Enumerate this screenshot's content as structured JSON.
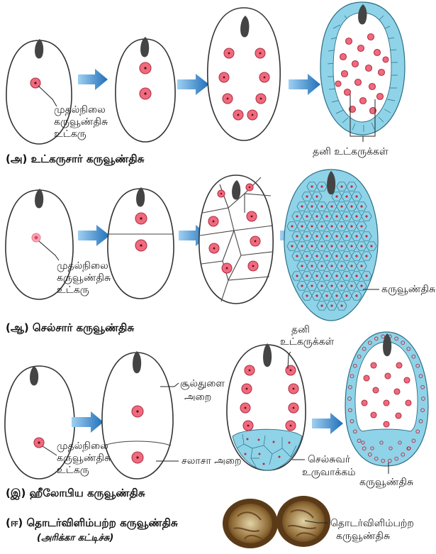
{
  "sections": {
    "a": {
      "caption": "(அ) உட்கருசார் கருவூண்திசு",
      "nucleus_label": [
        "முதல்நிலை",
        "கருவூண்திசு",
        "உட்கரு"
      ],
      "free_nuclei_label": "தனி உட்கருக்கள்"
    },
    "b": {
      "caption": "(ஆ) செல்சார் கருவூண்திசு",
      "nucleus_label": [
        "முதல்நிலை",
        "கருவூண்திசு",
        "உட்கரு"
      ],
      "endosperm_label": "கருவூண்திசு"
    },
    "c": {
      "caption": "(இ) ஹீலோபிய கருவூண்திசு",
      "nucleus_label": [
        "முதல்நிலை",
        "கருவூண்திசு",
        "உட்கரு"
      ],
      "micropylar_label": [
        "சூல்துளை",
        "அறை"
      ],
      "chalazal_label": "சலாசா அறை",
      "free_nuclei_label": [
        "தனி",
        "உட்கருக்கள்"
      ],
      "cell_formation_label": [
        "செல்சுவர்",
        "உருவாக்கம்"
      ],
      "endosperm_label": "கருவூண்திசு"
    },
    "d": {
      "caption": "(ஈ) தொடர்விளிம்பற்ற கருவூண்திசு",
      "subcaption": "(அரிக்கா கட்டிச்சு)",
      "endosperm_label": [
        "தொடர்விளிம்பற்ற",
        "கருவூண்திசு"
      ]
    }
  },
  "colors": {
    "arrow": "#2f7fc8",
    "nucleus": "#f06a7e",
    "cellular": "#8fd3e8",
    "seed_shell": "#6b4a24"
  }
}
